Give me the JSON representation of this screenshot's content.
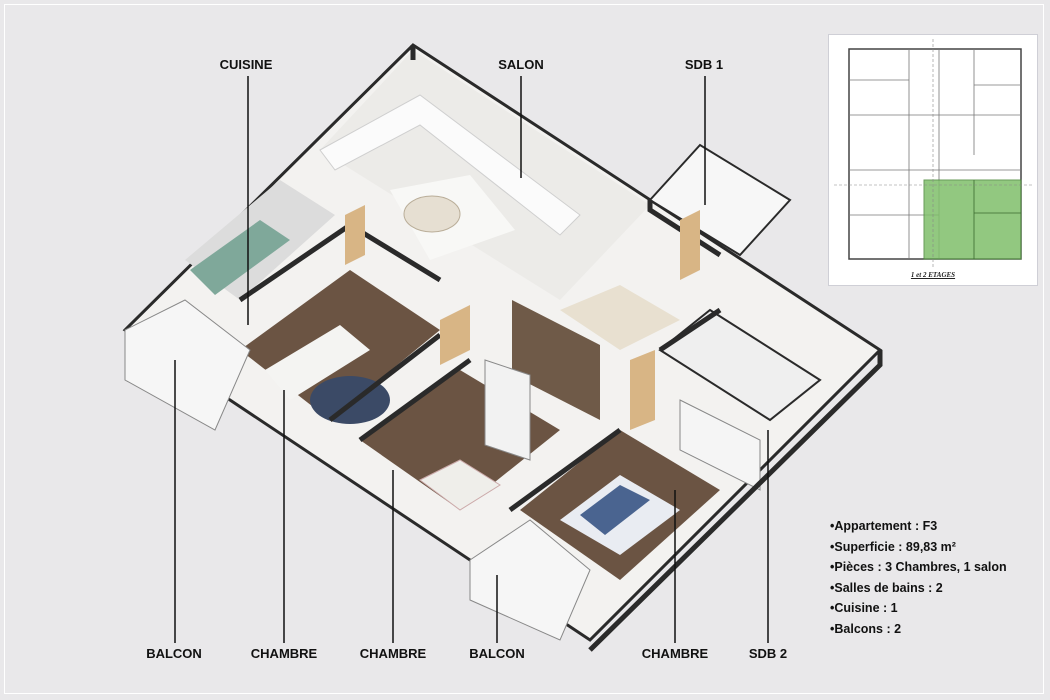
{
  "labels": {
    "cuisine": "CUISINE",
    "salon": "SALON",
    "sdb1": "SDB 1",
    "balcon_left": "BALCON",
    "chambre_1": "CHAMBRE",
    "chambre_2": "CHAMBRE",
    "balcon_right": "BALCON",
    "chambre_3": "CHAMBRE",
    "sdb2": "SDB 2"
  },
  "inset": {
    "caption": "1 et 2 ETAGES",
    "highlight_color": "#7fbf6a"
  },
  "info": [
    "•Appartement : F3",
    "•Superficie : 89,83 m²",
    "•Pièces : 3 Chambres, 1 salon",
    "•Salles de bains : 2",
    "•Cuisine : 1",
    "•Balcons : 2"
  ],
  "colors": {
    "background": "#e9e8ea",
    "wall": "#2a2a2a",
    "floor_wood": "#6b5443",
    "floor_light": "#ebe9e6"
  }
}
